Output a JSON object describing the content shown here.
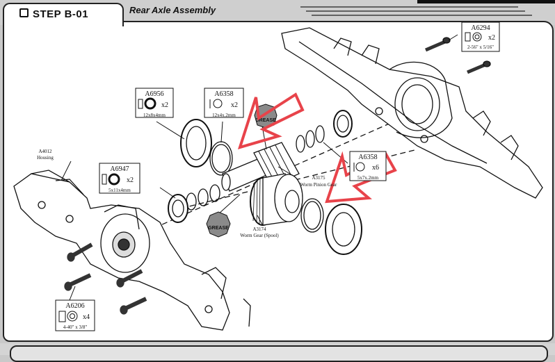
{
  "header": {
    "step": "STEP B-01",
    "title": "Rear Axle Assembly"
  },
  "parts": {
    "a6294": {
      "code": "A6294",
      "qty": "x2",
      "size": "2-56\" x 5/16\""
    },
    "a6956": {
      "code": "A6956",
      "qty": "x2",
      "size": "12x8x4mm"
    },
    "a6358_top": {
      "code": "A6358",
      "qty": "x2",
      "size": "12x4x.2mm"
    },
    "a6358_right": {
      "code": "A6358",
      "qty": "x6",
      "size": "5x7x.2mm"
    },
    "a6947": {
      "code": "A6947",
      "qty": "x2",
      "size": "5x11x4mm"
    },
    "a6206": {
      "code": "A6206",
      "qty": "x4",
      "size": "4-40\" x 3/8\""
    }
  },
  "callouts": {
    "housing": {
      "code": "A4012",
      "name": "Housing"
    },
    "pinion": {
      "code": "A3175",
      "name": "Worm Pinion Gear"
    },
    "spool": {
      "code": "A3174",
      "name": "Worm Gear (Spool)"
    }
  },
  "grease": "GREASE",
  "colors": {
    "annotation": "#e8434a",
    "grease_sign": "#8a8a8a"
  }
}
